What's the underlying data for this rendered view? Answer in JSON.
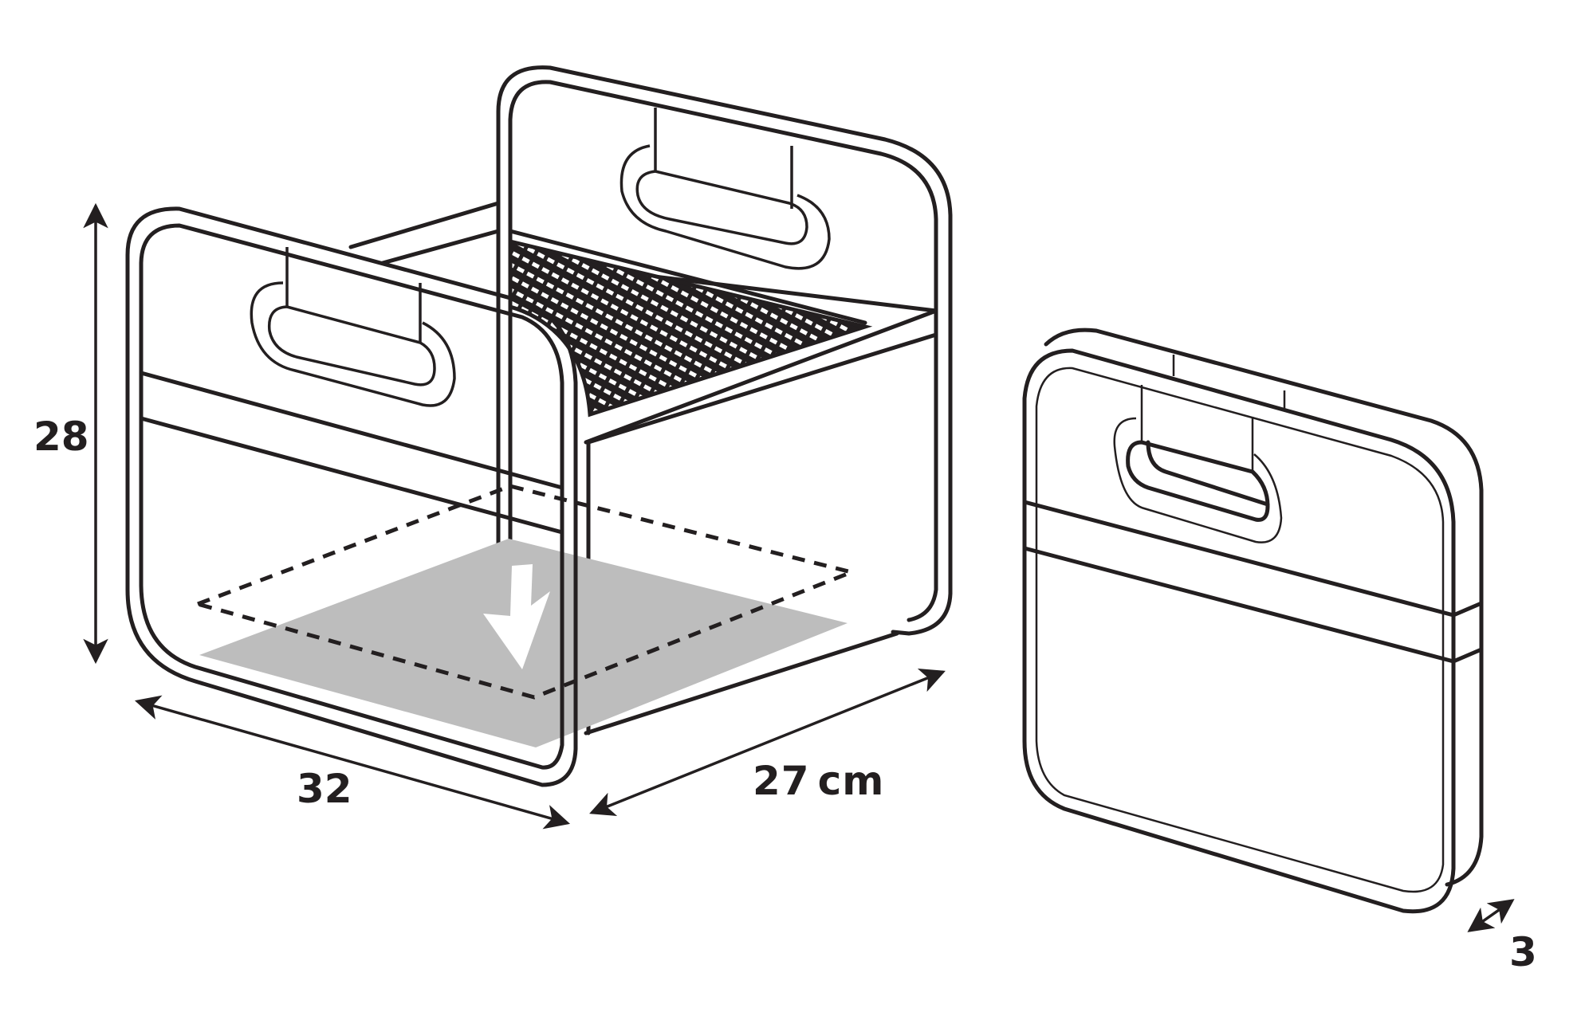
{
  "diagram": {
    "title": "Folding storage box dimensions",
    "subject": "collapsible fabric storage box with two handle cut-outs, mesh inner pocket and removable floor board",
    "views": [
      {
        "name": "assembled-box",
        "description": "open box in perspective view"
      },
      {
        "name": "folded-box",
        "description": "box folded flat"
      }
    ],
    "dimensions": {
      "height": {
        "value": "28",
        "unit": ""
      },
      "width": {
        "value": "32",
        "unit": ""
      },
      "depth": {
        "value": "27",
        "unit": "cm"
      },
      "folded_thickness": {
        "value": "3",
        "unit": ""
      }
    },
    "annotations": {
      "floor_insert": "grey floor board with white down arrow indicating insertion",
      "dashed_outline": "target floor position"
    },
    "colors": {
      "line": "#231f20",
      "floor_board": "#bdbdbd",
      "background": "#ffffff",
      "arrow": "#ffffff"
    }
  }
}
